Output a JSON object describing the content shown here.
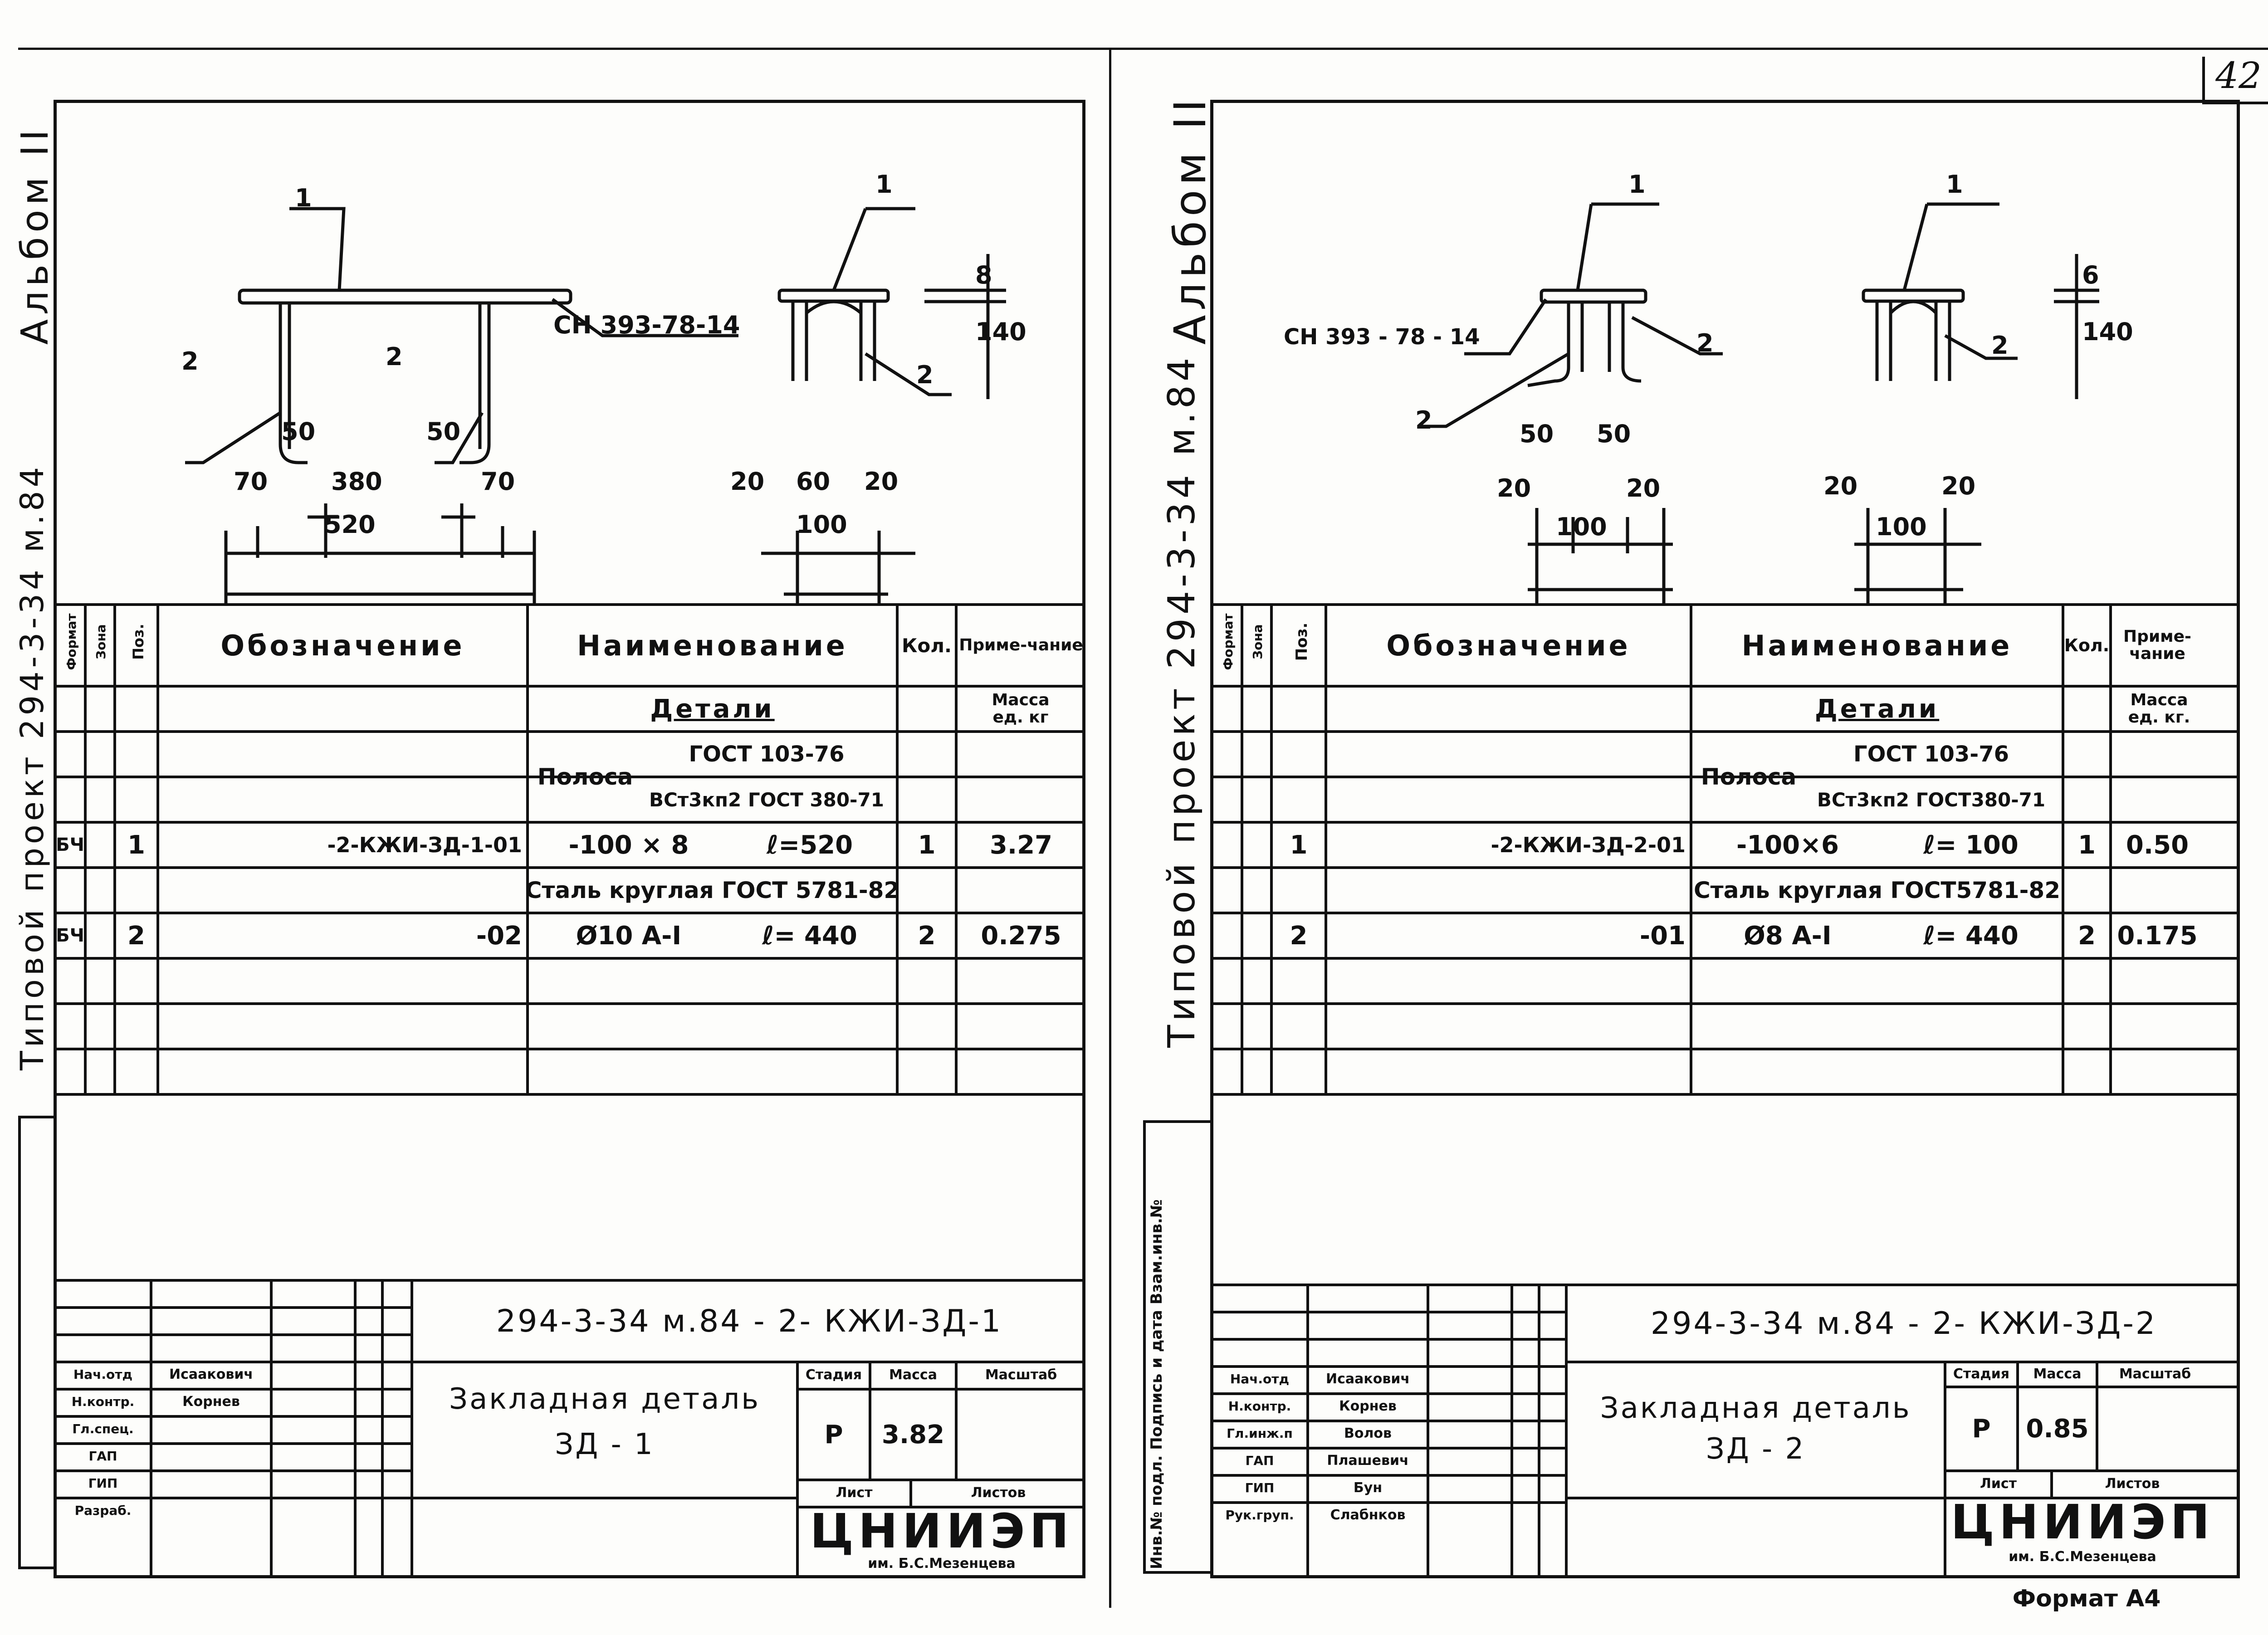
{
  "page": {
    "number": "42",
    "footer_format": "Формат А4"
  },
  "left": {
    "album": "Альбом II",
    "project": "Типовой проект 294-3-34 м.84",
    "drawing": {
      "label_pos1": "1",
      "label_pos2a": "2",
      "label_pos2b": "2",
      "weld": "СН 393-78-14",
      "dim_50a": "50",
      "dim_50b": "50",
      "dim_70a": "70",
      "dim_380": "380",
      "dim_70b": "70",
      "dim_520": "520",
      "side_pos1": "1",
      "side_pos2": "2",
      "dim_8": "8",
      "dim_140": "140",
      "dim_20a": "20",
      "dim_60": "60",
      "dim_20b": "20",
      "dim_100": "100"
    },
    "spec": {
      "col_format": "Формат",
      "col_zone": "Зона",
      "col_pos": "Поз.",
      "col_designation": "Обозначение",
      "col_name": "Наименование",
      "col_qty": "Кол.",
      "col_note": "Приме-чание",
      "section": "Детали",
      "mass_note": "Масса ед. кг",
      "material1_prefix": "Полоса",
      "material1_top": "ГОСТ 103-76",
      "material1_bottom": "ВСт3кп2 ГОСТ 380-71",
      "rows": [
        {
          "format": "БЧ",
          "pos": "1",
          "designation": "-2-КЖИ-ЗД-1-01",
          "name": "-100 × 8",
          "length": "ℓ=520",
          "qty": "1",
          "note": "3.27"
        },
        {
          "format": "БЧ",
          "pos": "2",
          "designation": "-02",
          "name": "Ø10 А-I",
          "length": "ℓ= 440",
          "qty": "2",
          "note": "0.275"
        }
      ],
      "material2": "Сталь круглая ГОСТ 5781-82"
    },
    "titleblock": {
      "code": "294-3-34 м.84 - 2- КЖИ-ЗД-1",
      "title_line1": "Закладная деталь",
      "title_line2": "ЗД - 1",
      "col_stage": "Стадия",
      "col_mass": "Масса",
      "col_scale": "Масштаб",
      "stage": "Р",
      "mass": "3.82",
      "sheet_label": "Лист",
      "sheets_label": "Листов",
      "org": "ЦНИИЭП",
      "org_sub": "им. Б.С.Мезенцева",
      "people": [
        {
          "role": "Нач.отд",
          "name": "Исаакович"
        },
        {
          "role": "Н.контр.",
          "name": "Корнев"
        },
        {
          "role": "Гл.спец.",
          "name": ""
        },
        {
          "role": "ГАП",
          "name": ""
        },
        {
          "role": "ГИП",
          "name": ""
        },
        {
          "role": "Разраб.",
          "name": ""
        }
      ]
    }
  },
  "right": {
    "album": "Альбом II",
    "project": "Типовой проект 294-3-34 м.84",
    "side_stamp": "Инв.№ подл.   Подпись и дата   Взам.инв.№",
    "drawing": {
      "label_pos1": "1",
      "label_pos2a": "2",
      "label_pos2b": "2",
      "weld": "СН 393 - 78 - 14",
      "dim_50a": "50",
      "dim_50b": "50",
      "dim_20a": "20",
      "dim_20b": "20",
      "dim_100": "100",
      "side_pos1": "1",
      "side_pos2": "2",
      "dim_6": "6",
      "dim_140": "140",
      "dim_20c": "20",
      "dim_20d": "20",
      "dim_100b": "100"
    },
    "spec": {
      "col_format": "Формат",
      "col_zone": "Зона",
      "col_pos": "Поз.",
      "col_designation": "Обозначение",
      "col_name": "Наименование",
      "col_qty": "Кол.",
      "col_note": "Приме-чание",
      "section": "Детали",
      "mass_note": "Масса ед. кг.",
      "material1_prefix": "Полоса",
      "material1_top": "ГОСТ 103-76",
      "material1_bottom": "ВСт3кп2 ГОСТ380-71",
      "rows": [
        {
          "format": "",
          "pos": "1",
          "designation": "-2-КЖИ-ЗД-2-01",
          "name": "-100×6",
          "length": "ℓ= 100",
          "qty": "1",
          "note": "0.50"
        },
        {
          "format": "",
          "pos": "2",
          "designation": "-01",
          "name": "Ø8 А-I",
          "length": "ℓ= 440",
          "qty": "2",
          "note": "0.175"
        }
      ],
      "material2": "Сталь круглая ГОСТ5781-82"
    },
    "titleblock": {
      "code": "294-3-34 м.84 - 2- КЖИ-ЗД-2",
      "title_line1": "Закладная деталь",
      "title_line2": "ЗД - 2",
      "col_stage": "Стадия",
      "col_mass": "Масса",
      "col_scale": "Масштаб",
      "stage": "Р",
      "mass": "0.85",
      "sheet_label": "Лист",
      "sheets_label": "Листов",
      "org": "ЦНИИЭП",
      "org_sub": "им. Б.С.Мезенцева",
      "people": [
        {
          "role": "Нач.отд",
          "name": "Исаакович"
        },
        {
          "role": "Н.контр.",
          "name": "Корнев"
        },
        {
          "role": "Гл.инж.п",
          "name": "Волов"
        },
        {
          "role": "ГАП",
          "name": "Плашевич"
        },
        {
          "role": "ГИП",
          "name": "Бун"
        },
        {
          "role": "Рук.груп.",
          "name": "Слабнков"
        }
      ]
    }
  }
}
